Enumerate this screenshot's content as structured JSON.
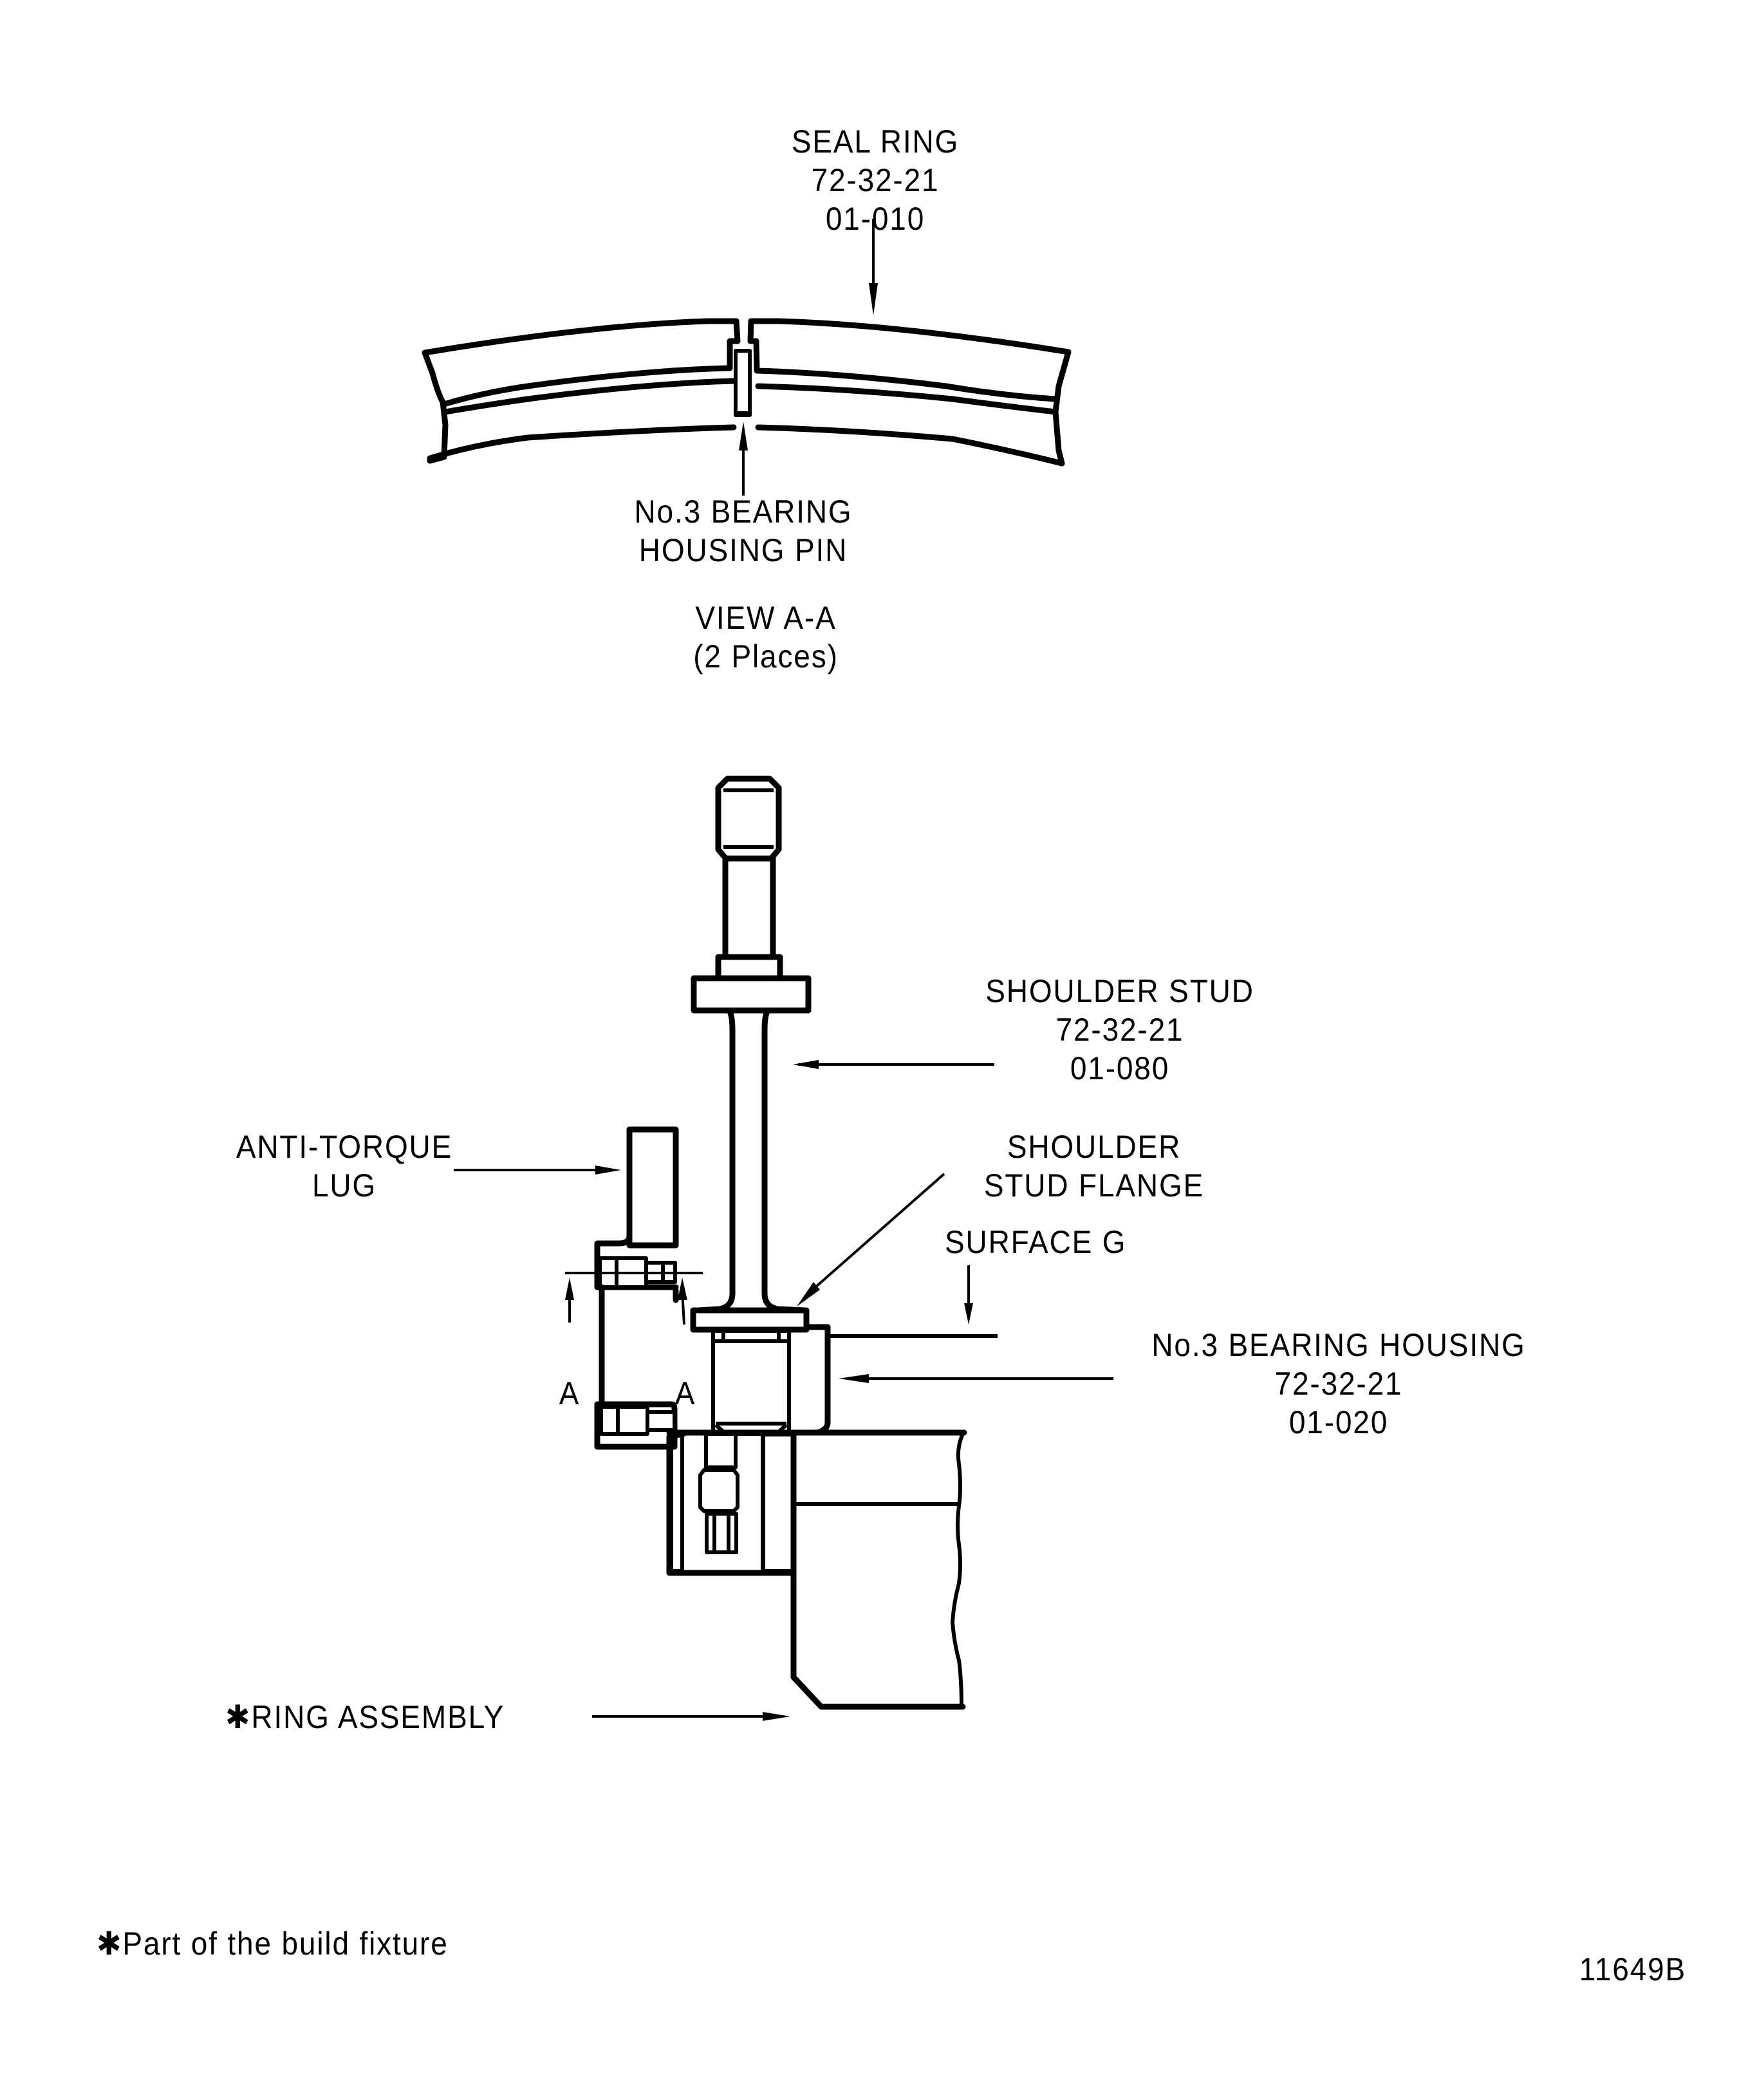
{
  "diagram": {
    "type": "technical-illustration",
    "views": [
      "View A-A detail",
      "Assembly side view"
    ]
  },
  "labels": {
    "seal_ring": {
      "name": "SEAL RING",
      "ref1": "72-32-21",
      "ref2": "01-010"
    },
    "bearing_housing_pin": {
      "line1": "No.3 BEARING",
      "line2": "HOUSING PIN"
    },
    "view": {
      "title": "VIEW A-A",
      "note": "(2 Places)"
    },
    "shoulder_stud": {
      "name": "SHOULDER STUD",
      "ref1": "72-32-21",
      "ref2": "01-080"
    },
    "anti_torque_lug": {
      "line1": "ANTI-TORQUE",
      "line2": "LUG"
    },
    "shoulder_stud_flange": {
      "line1": "SHOULDER",
      "line2": "STUD FLANGE"
    },
    "surface_g": "SURFACE G",
    "bearing_housing": {
      "name": "No.3 BEARING HOUSING",
      "ref1": "72-32-21",
      "ref2": "01-020"
    },
    "section_marker_left": "A",
    "section_marker_right": "A",
    "ring_assembly": {
      "marker": "✱",
      "name": "RING ASSEMBLY"
    }
  },
  "footnote": {
    "marker": "✱",
    "text": "Part of the build fixture"
  },
  "figure_number": "11649B"
}
